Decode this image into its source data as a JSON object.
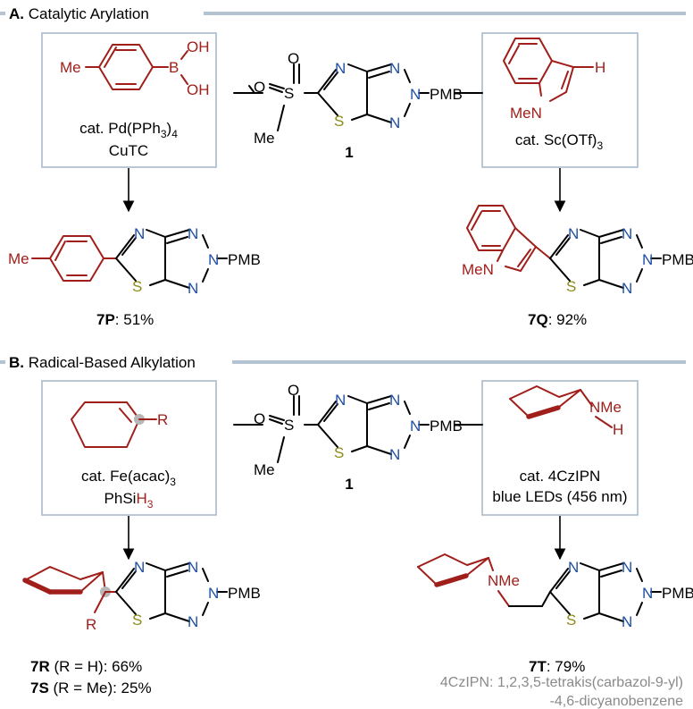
{
  "sections": {
    "a": {
      "letter": "A.",
      "title": "Catalytic Arylation"
    },
    "b": {
      "letter": "B.",
      "title": "Radical-Based Alkylation"
    }
  },
  "atoms": {
    "N": "N",
    "S": "S",
    "O": "O",
    "B": "B",
    "H": "H",
    "OH": "OH",
    "Me": "Me",
    "MeN": "MeN",
    "NMe": "NMe",
    "R": "R",
    "PMB": "PMB",
    "dash_PMB": "–PMB"
  },
  "compound_1": "1",
  "conditions": {
    "pd_cat": "cat. Pd(PPh",
    "pd_sub": "3",
    "pd_cat_end": ")",
    "pd_sub2": "4",
    "cutc": "CuTC",
    "sc_cat": "cat. Sc(OTf)",
    "sc_sub": "3",
    "fe_cat": "cat. Fe(acac)",
    "fe_sub": "3",
    "phsih_pre": "PhSi",
    "phsih_h": "H",
    "phsih_sub": "3",
    "cz_cat": "cat. 4CzIPN",
    "led": "blue LEDs (456 nm)"
  },
  "products": {
    "p7P": {
      "id": "7P",
      "rest": ": 51%"
    },
    "p7Q": {
      "id": "7Q",
      "rest": ": 92%"
    },
    "p7R": {
      "id": "7R",
      "rest": " (R = H): 66%"
    },
    "p7S": {
      "id": "7S",
      "rest": " (R = Me): 25%"
    },
    "p7T": {
      "id": "7T",
      "rest": ": 79%"
    }
  },
  "footnote": {
    "line1": "4CzIPN: 1,2,3,5-tetrakis(carbazol-9-yl)",
    "line2": "-4,6-dicyanobenzene"
  },
  "colors": {
    "nitrogen": "#1f4fa3",
    "sulfur": "#8c8a1a",
    "reagent": "#a01f1a",
    "box_border": "#a9b9c9",
    "footnote": "#8a8a8a"
  }
}
